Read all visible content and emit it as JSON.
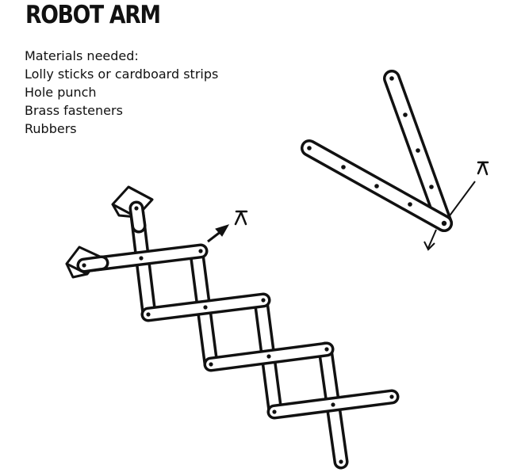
{
  "title": "ROBOT ARM",
  "materials_heading": "Materials needed:",
  "materials": [
    "Lolly sticks or cardboard strips",
    "Hole punch",
    "Brass fasteners",
    "Rubbers"
  ],
  "icons": {
    "fastener": "brass-fastener-icon",
    "rubber": "rubber-eraser-icon",
    "arrow": "arrow-icon"
  },
  "colors": {
    "ink": "#111111",
    "background": "#ffffff"
  }
}
